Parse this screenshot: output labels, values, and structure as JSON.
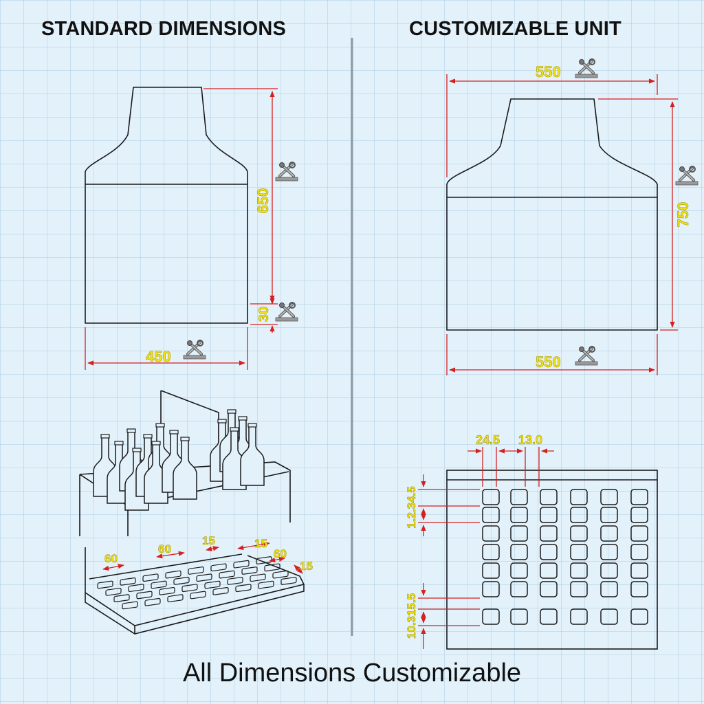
{
  "titles": {
    "left": "STANDARD DIMENSIONS",
    "right": "CUSTOMIZABLE UNIT"
  },
  "footer": "All Dimensions Customizable",
  "icon": "wrench-screwdriver-icon",
  "colors": {
    "background": "#e3f1fa",
    "grid": "#a9cbe0",
    "dimension_line": "#d42020",
    "dimension_text": "#f2e21a",
    "outline": "#1a1a1a"
  },
  "standard": {
    "height": "650",
    "base": "30",
    "width": "450"
  },
  "custom": {
    "width_top": "550",
    "height": "750",
    "width_bottom": "550"
  },
  "tray": {
    "labels": [
      "60",
      "60",
      "15",
      "15",
      "60",
      "15"
    ]
  },
  "grid_panel": {
    "top_labels": [
      "24.5",
      "13.0"
    ],
    "side_labels": [
      "1.2.34.5",
      "10.315.5"
    ]
  }
}
